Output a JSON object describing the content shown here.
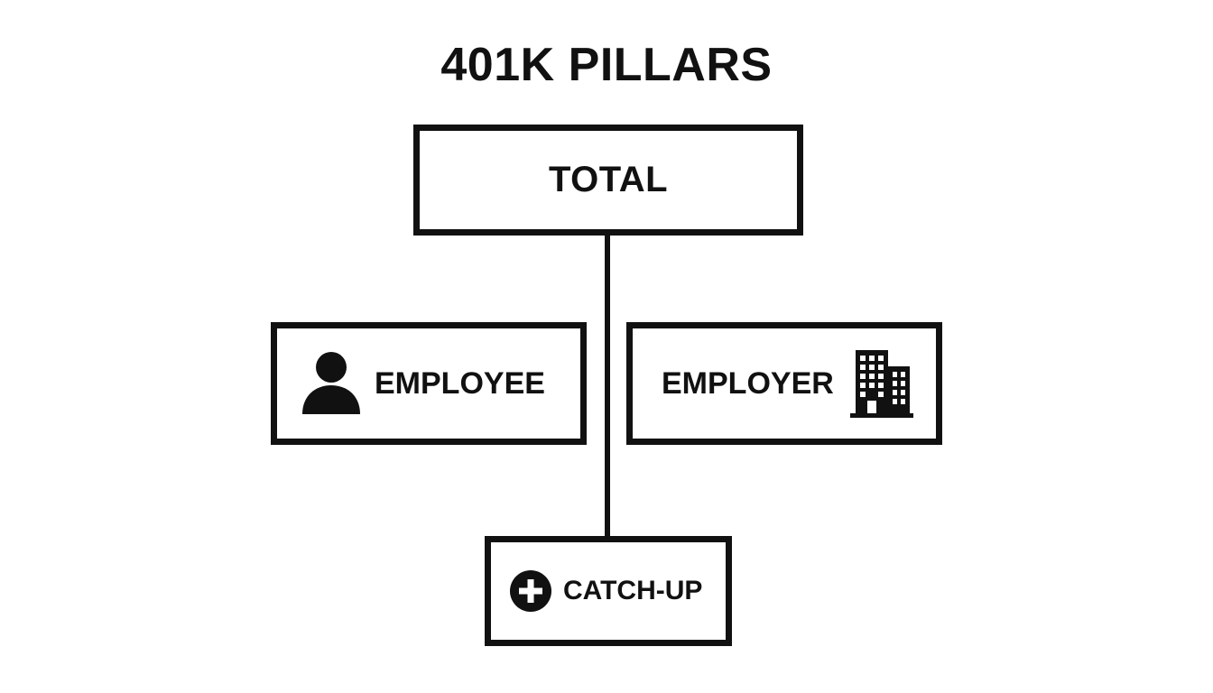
{
  "title": "401K PILLARS",
  "nodes": {
    "total": {
      "label": "TOTAL"
    },
    "employee": {
      "label": "EMPLOYEE",
      "icon": "person-icon"
    },
    "employer": {
      "label": "EMPLOYER",
      "icon": "building-icon"
    },
    "catchup": {
      "label": "CATCH-UP",
      "icon": "plus-circle-icon"
    }
  },
  "colors": {
    "stroke": "#111111",
    "background": "#ffffff"
  }
}
